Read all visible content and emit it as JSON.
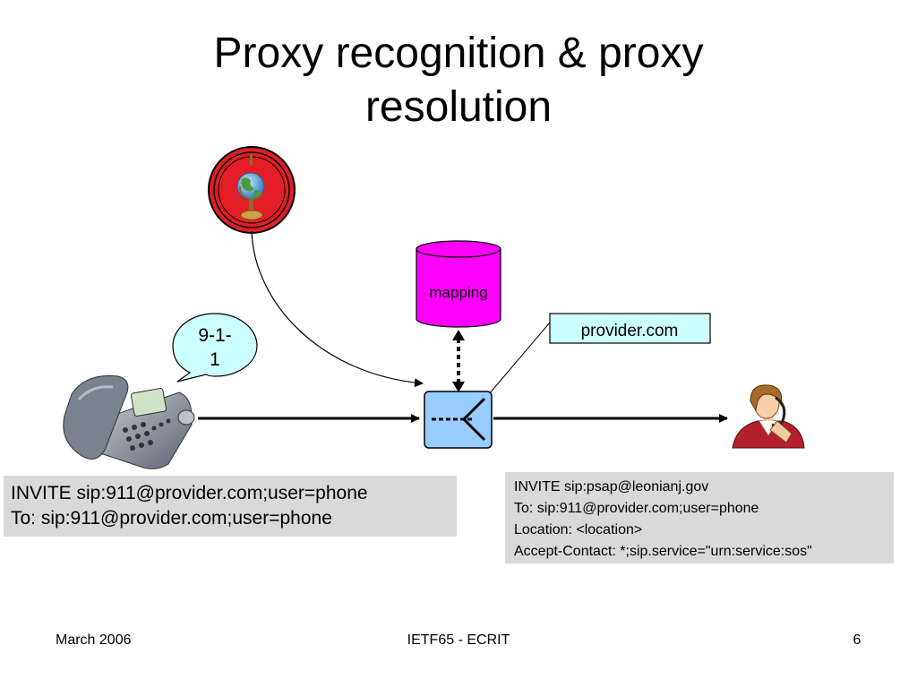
{
  "slide": {
    "title_lines": [
      "Proxy recognition & proxy",
      "resolution"
    ]
  },
  "diagram": {
    "mapping_label": "mapping",
    "provider_label": "provider.com",
    "dial_line1": "9-1-",
    "dial_line2": "1"
  },
  "invite_left": {
    "line1": "INVITE sip:911@provider.com;user=phone",
    "line2": "To: sip:911@provider.com;user=phone"
  },
  "invite_right": {
    "line1": "INVITE sip:psap@leonianj.gov",
    "line2": "To: sip:911@provider.com;user=phone",
    "line3": "Location: <location>",
    "line4": "Accept-Contact: *;sip.service=\"urn:service:sos\""
  },
  "footer": {
    "date": "March 2006",
    "center": "IETF65 - ECRIT",
    "page": "6"
  },
  "colors": {
    "cylinder": "#ff00ff",
    "proxy_box": "#99ccff",
    "globe_ring": "#e41e26",
    "text_box": "#d9d9d9",
    "provider_box": "#ccffff"
  },
  "icons": [
    "phone-icon",
    "globe-icon",
    "operator-icon",
    "proxy-router-icon",
    "database-icon"
  ]
}
